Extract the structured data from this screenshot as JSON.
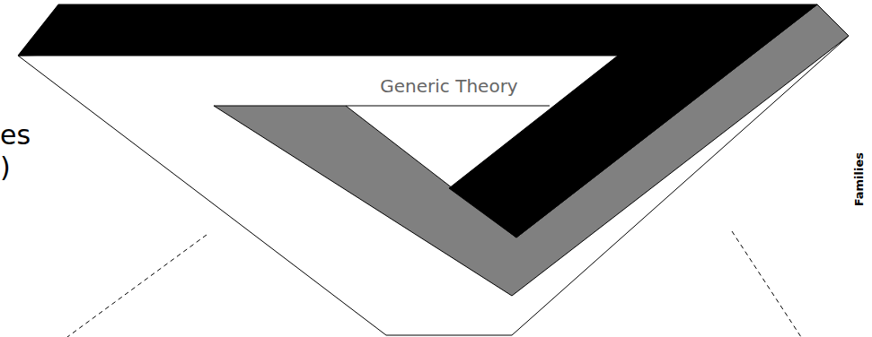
{
  "diagram": {
    "labels": [
      "Generic Theory",
      "es",
      ")",
      "Families"
    ]
  }
}
